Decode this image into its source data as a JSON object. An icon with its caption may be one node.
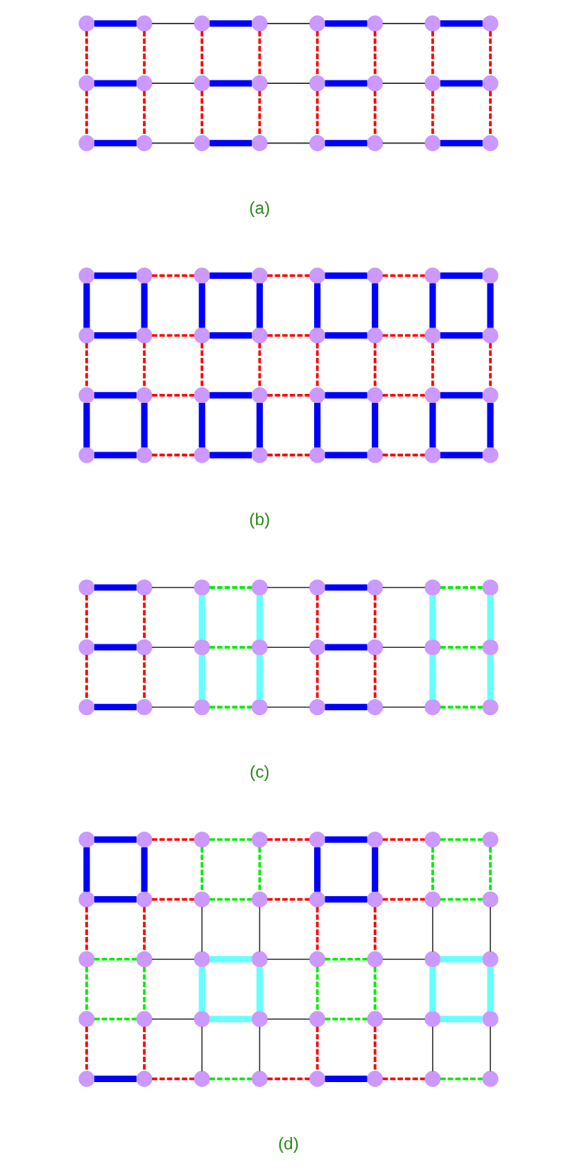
{
  "diagram": {
    "nodes": [
      {
        "text": [],
        "shape": "circle"
      },
      {
        "text": [],
        "shape": "circle"
      },
      {
        "text": [],
        "shape": "circle"
      },
      {
        "text": [],
        "shape": "circle"
      },
      {
        "text": [],
        "shape": "circle"
      },
      {
        "text": [],
        "shape": "circle"
      },
      {
        "text": [],
        "shape": "circle"
      },
      {
        "text": [],
        "shape": "circle"
      },
      {
        "text": [],
        "shape": "circle"
      },
      {
        "text": [],
        "shape": "circle"
      },
      {
        "text": [],
        "shape": "circle"
      },
      {
        "text": [],
        "shape": "circle"
      },
      {
        "text": [],
        "shape": "circle"
      },
      {
        "text": [],
        "shape": "circle"
      },
      {
        "text": [],
        "shape": "circle"
      },
      {
        "text": [],
        "shape": "circle"
      },
      {
        "text": [],
        "shape": "circle"
      },
      {
        "text": [],
        "shape": "circle"
      },
      {
        "text": [],
        "shape": "circle"
      },
      {
        "text": [],
        "shape": "circle"
      },
      {
        "text": [],
        "shape": "circle"
      },
      {
        "text": [],
        "shape": "circle"
      },
      {
        "text": [],
        "shape": "circle"
      },
      {
        "text": [],
        "shape": "circle"
      },
      {
        "text": [],
        "shape": "circle"
      },
      {
        "text": [],
        "shape": "circle"
      },
      {
        "text": [],
        "shape": "circle"
      },
      {
        "text": [],
        "shape": "circle"
      },
      {
        "text": [],
        "shape": "circle"
      },
      {
        "text": [],
        "shape": "circle"
      },
      {
        "text": [],
        "shape": "circle"
      },
      {
        "text": [],
        "shape": "circle"
      },
      {
        "text": [],
        "shape": "circle"
      },
      {
        "text": [],
        "shape": "circle"
      },
      {
        "text": [],
        "shape": "circle"
      },
      {
        "text": [],
        "shape": "circle"
      },
      {
        "text": [],
        "shape": "circle"
      },
      {
        "text": [],
        "shape": "circle"
      },
      {
        "text": [],
        "shape": "circle"
      },
      {
        "text": [],
        "shape": "circle"
      },
      {
        "text": [],
        "shape": "circle"
      },
      {
        "text": [],
        "shape": "circle"
      },
      {
        "text": [],
        "shape": "circle"
      },
      {
        "text": [],
        "shape": "circle"
      },
      {
        "text": [],
        "shape": "circle"
      },
      {
        "text": [],
        "shape": "circle"
      },
      {
        "text": [],
        "shape": "circle"
      },
      {
        "text": [],
        "shape": "circle"
      },
      {
        "text": [],
        "shape": "circle"
      },
      {
        "text": [],
        "shape": "circle"
      },
      {
        "text": [],
        "shape": "circle"
      },
      {
        "text": [],
        "shape": "circle"
      },
      {
        "text": [],
        "shape": "circle"
      },
      {
        "text": [],
        "shape": "circle"
      },
      {
        "text": [],
        "shape": "circle"
      },
      {
        "text": [],
        "shape": "circle"
      },
      {
        "text": [],
        "shape": "circle"
      },
      {
        "text": [],
        "shape": "circle"
      },
      {
        "text": [],
        "shape": "circle"
      },
      {
        "text": [],
        "shape": "circle"
      },
      {
        "text": [],
        "shape": "circle"
      },
      {
        "text": [],
        "shape": "circle"
      },
      {
        "text": [],
        "shape": "circle"
      },
      {
        "text": [],
        "shape": "circle"
      },
      {
        "text": [],
        "shape": "circle"
      },
      {
        "text": [],
        "shape": "circle"
      },
      {
        "text": [],
        "shape": "circle"
      },
      {
        "text": [],
        "shape": "circle"
      },
      {
        "text": [],
        "shape": "circle"
      },
      {
        "text": [],
        "shape": "circle"
      },
      {
        "text": [],
        "shape": "circle"
      },
      {
        "text": [],
        "shape": "circle"
      },
      {
        "text": [],
        "shape": "circle"
      },
      {
        "text": [],
        "shape": "circle"
      },
      {
        "text": [],
        "shape": "circle"
      },
      {
        "text": [],
        "shape": "circle"
      },
      {
        "text": [],
        "shape": "circle"
      },
      {
        "text": [],
        "shape": "circle"
      },
      {
        "text": [],
        "shape": "circle"
      },
      {
        "text": [],
        "shape": "circle"
      },
      {
        "text": [],
        "shape": "circle"
      },
      {
        "text": [],
        "shape": "circle"
      },
      {
        "text": [],
        "shape": "circle"
      },
      {
        "text": [],
        "shape": "circle"
      },
      {
        "text": [],
        "shape": "circle"
      },
      {
        "text": [],
        "shape": "circle"
      },
      {
        "text": [],
        "shape": "circle"
      },
      {
        "text": [],
        "shape": "circle"
      },
      {
        "text": [],
        "shape": "circle"
      },
      {
        "text": [],
        "shape": "circle"
      },
      {
        "text": [],
        "shape": "circle"
      },
      {
        "text": [],
        "shape": "circle"
      },
      {
        "text": [],
        "shape": "circle"
      },
      {
        "text": [],
        "shape": "circle"
      },
      {
        "text": [],
        "shape": "circle"
      },
      {
        "text": [],
        "shape": "circle"
      },
      {
        "text": [],
        "shape": "circle"
      },
      {
        "text": [],
        "shape": "circle"
      },
      {
        "text": [],
        "shape": "circle"
      },
      {
        "text": [],
        "shape": "circle"
      },
      {
        "text": [],
        "shape": "circle"
      },
      {
        "text": [],
        "shape": "circle"
      },
      {
        "text": [],
        "shape": "circle"
      },
      {
        "text": [],
        "shape": "circle"
      },
      {
        "text": [],
        "shape": "circle"
      },
      {
        "text": [],
        "shape": "circle"
      },
      {
        "text": [],
        "shape": "circle"
      },
      {
        "text": [],
        "shape": "circle"
      },
      {
        "text": [],
        "shape": "circle"
      },
      {
        "text": [],
        "shape": "circle"
      },
      {
        "text": [],
        "shape": "circle"
      },
      {
        "text": [],
        "shape": "circle"
      },
      {
        "text": [],
        "shape": "circle"
      },
      {
        "text": [],
        "shape": "circle"
      },
      {
        "text": [],
        "shape": "circle"
      },
      {
        "text": [],
        "shape": "circle"
      },
      {
        "text": [],
        "shape": "circle"
      },
      {
        "text": [],
        "shape": "circle"
      },
      {
        "text": [],
        "shape": "circle"
      },
      {
        "text": [],
        "shape": "circle"
      }
    ],
    "edges": [
      {
        "from": 0,
        "to": 1,
        "arrow": "none",
        "style": "thick",
        "color": "#0000ff"
      },
      {
        "from": 1,
        "to": 2,
        "arrow": "none",
        "color": "#222222"
      },
      {
        "from": 2,
        "to": 3,
        "arrow": "none",
        "style": "thick",
        "color": "#0000ff"
      },
      {
        "from": 3,
        "to": 4,
        "arrow": "none",
        "color": "#222222"
      },
      {
        "from": 4,
        "to": 5,
        "arrow": "none",
        "style": "thick",
        "color": "#0000ff"
      },
      {
        "from": 5,
        "to": 6,
        "arrow": "none",
        "color": "#222222"
      },
      {
        "from": 6,
        "to": 7,
        "arrow": "none",
        "style": "thick",
        "color": "#0000ff"
      },
      {
        "from": 8,
        "to": 9,
        "arrow": "none",
        "style": "thick",
        "color": "#0000ff"
      },
      {
        "from": 9,
        "to": 10,
        "arrow": "none",
        "color": "#222222"
      },
      {
        "from": 10,
        "to": 11,
        "arrow": "none",
        "style": "thick",
        "color": "#0000ff"
      },
      {
        "from": 11,
        "to": 12,
        "arrow": "none",
        "color": "#222222"
      },
      {
        "from": 12,
        "to": 13,
        "arrow": "none",
        "style": "thick",
        "color": "#0000ff"
      },
      {
        "from": 13,
        "to": 14,
        "arrow": "none",
        "color": "#222222"
      },
      {
        "from": 14,
        "to": 15,
        "arrow": "none",
        "style": "thick",
        "color": "#0000ff"
      },
      {
        "from": 16,
        "to": 17,
        "arrow": "none",
        "style": "thick",
        "color": "#0000ff"
      },
      {
        "from": 17,
        "to": 18,
        "arrow": "none",
        "color": "#222222"
      },
      {
        "from": 18,
        "to": 19,
        "arrow": "none",
        "style": "thick",
        "color": "#0000ff"
      },
      {
        "from": 19,
        "to": 20,
        "arrow": "none",
        "color": "#222222"
      },
      {
        "from": 20,
        "to": 21,
        "arrow": "none",
        "style": "thick",
        "color": "#0000ff"
      },
      {
        "from": 21,
        "to": 22,
        "arrow": "none",
        "color": "#222222"
      },
      {
        "from": 22,
        "to": 23,
        "arrow": "none",
        "style": "thick",
        "color": "#0000ff"
      },
      {
        "from": 0,
        "to": 8,
        "arrow": "none",
        "style": "dashed",
        "color": "#ff0000"
      },
      {
        "from": 1,
        "to": 9,
        "arrow": "none",
        "style": "dashed",
        "color": "#ff0000"
      },
      {
        "from": 2,
        "to": 10,
        "arrow": "none",
        "style": "dashed",
        "color": "#ff0000"
      },
      {
        "from": 3,
        "to": 11,
        "arrow": "none",
        "style": "dashed",
        "color": "#ff0000"
      },
      {
        "from": 4,
        "to": 12,
        "arrow": "none",
        "style": "dashed",
        "color": "#ff0000"
      },
      {
        "from": 5,
        "to": 13,
        "arrow": "none",
        "style": "dashed",
        "color": "#ff0000"
      },
      {
        "from": 6,
        "to": 14,
        "arrow": "none",
        "style": "dashed",
        "color": "#ff0000"
      },
      {
        "from": 7,
        "to": 15,
        "arrow": "none",
        "style": "dashed",
        "color": "#ff0000"
      },
      {
        "from": 8,
        "to": 16,
        "arrow": "none",
        "style": "dashed",
        "color": "#ff0000"
      },
      {
        "from": 9,
        "to": 17,
        "arrow": "none",
        "style": "dashed",
        "color": "#ff0000"
      },
      {
        "from": 10,
        "to": 18,
        "arrow": "none",
        "style": "dashed",
        "color": "#ff0000"
      },
      {
        "from": 11,
        "to": 19,
        "arrow": "none",
        "style": "dashed",
        "color": "#ff0000"
      },
      {
        "from": 12,
        "to": 20,
        "arrow": "none",
        "style": "dashed",
        "color": "#ff0000"
      },
      {
        "from": 13,
        "to": 21,
        "arrow": "none",
        "style": "dashed",
        "color": "#ff0000"
      },
      {
        "from": 14,
        "to": 22,
        "arrow": "none",
        "style": "dashed",
        "color": "#ff0000"
      },
      {
        "from": 15,
        "to": 23,
        "arrow": "none",
        "style": "dashed",
        "color": "#ff0000"
      },
      {
        "from": 24,
        "to": 25,
        "arrow": "none",
        "style": "thick",
        "color": "#0000ff"
      },
      {
        "from": 25,
        "to": 26,
        "arrow": "none",
        "style": "dashed",
        "color": "#ff0000"
      },
      {
        "from": 26,
        "to": 27,
        "arrow": "none",
        "style": "thick",
        "color": "#0000ff"
      },
      {
        "from": 27,
        "to": 28,
        "arrow": "none",
        "style": "dashed",
        "color": "#ff0000"
      },
      {
        "from": 28,
        "to": 29,
        "arrow": "none",
        "style": "thick",
        "color": "#0000ff"
      },
      {
        "from": 29,
        "to": 30,
        "arrow": "none",
        "style": "dashed",
        "color": "#ff0000"
      },
      {
        "from": 30,
        "to": 31,
        "arrow": "none",
        "style": "thick",
        "color": "#0000ff"
      },
      {
        "from": 32,
        "to": 33,
        "arrow": "none",
        "style": "thick",
        "color": "#0000ff"
      },
      {
        "from": 33,
        "to": 34,
        "arrow": "none",
        "style": "dashed",
        "color": "#ff0000"
      },
      {
        "from": 34,
        "to": 35,
        "arrow": "none",
        "style": "thick",
        "color": "#0000ff"
      },
      {
        "from": 35,
        "to": 36,
        "arrow": "none",
        "style": "dashed",
        "color": "#ff0000"
      },
      {
        "from": 36,
        "to": 37,
        "arrow": "none",
        "style": "thick",
        "color": "#0000ff"
      },
      {
        "from": 37,
        "to": 38,
        "arrow": "none",
        "style": "dashed",
        "color": "#ff0000"
      },
      {
        "from": 38,
        "to": 39,
        "arrow": "none",
        "style": "thick",
        "color": "#0000ff"
      },
      {
        "from": 40,
        "to": 41,
        "arrow": "none",
        "style": "thick",
        "color": "#0000ff"
      },
      {
        "from": 41,
        "to": 42,
        "arrow": "none",
        "style": "dashed",
        "color": "#ff0000"
      },
      {
        "from": 42,
        "to": 43,
        "arrow": "none",
        "style": "thick",
        "color": "#0000ff"
      },
      {
        "from": 43,
        "to": 44,
        "arrow": "none",
        "style": "dashed",
        "color": "#ff0000"
      },
      {
        "from": 44,
        "to": 45,
        "arrow": "none",
        "style": "thick",
        "color": "#0000ff"
      },
      {
        "from": 45,
        "to": 46,
        "arrow": "none",
        "style": "dashed",
        "color": "#ff0000"
      },
      {
        "from": 46,
        "to": 47,
        "arrow": "none",
        "style": "thick",
        "color": "#0000ff"
      },
      {
        "from": 48,
        "to": 49,
        "arrow": "none",
        "style": "thick",
        "color": "#0000ff"
      },
      {
        "from": 49,
        "to": 50,
        "arrow": "none",
        "style": "dashed",
        "color": "#ff0000"
      },
      {
        "from": 50,
        "to": 51,
        "arrow": "none",
        "style": "thick",
        "color": "#0000ff"
      },
      {
        "from": 51,
        "to": 52,
        "arrow": "none",
        "style": "dashed",
        "color": "#ff0000"
      },
      {
        "from": 52,
        "to": 53,
        "arrow": "none",
        "style": "thick",
        "color": "#0000ff"
      },
      {
        "from": 53,
        "to": 54,
        "arrow": "none",
        "style": "dashed",
        "color": "#ff0000"
      },
      {
        "from": 54,
        "to": 55,
        "arrow": "none",
        "style": "thick",
        "color": "#0000ff"
      },
      {
        "from": 24,
        "to": 32,
        "arrow": "none",
        "style": "thick",
        "color": "#0000ff"
      },
      {
        "from": 25,
        "to": 33,
        "arrow": "none",
        "style": "thick",
        "color": "#0000ff"
      },
      {
        "from": 26,
        "to": 34,
        "arrow": "none",
        "style": "thick",
        "color": "#0000ff"
      },
      {
        "from": 27,
        "to": 35,
        "arrow": "none",
        "style": "thick",
        "color": "#0000ff"
      },
      {
        "from": 28,
        "to": 36,
        "arrow": "none",
        "style": "thick",
        "color": "#0000ff"
      },
      {
        "from": 29,
        "to": 37,
        "arrow": "none",
        "style": "thick",
        "color": "#0000ff"
      },
      {
        "from": 30,
        "to": 38,
        "arrow": "none",
        "style": "thick",
        "color": "#0000ff"
      },
      {
        "from": 31,
        "to": 39,
        "arrow": "none",
        "style": "thick",
        "color": "#0000ff"
      },
      {
        "from": 32,
        "to": 40,
        "arrow": "none",
        "style": "dashed",
        "color": "#ff0000"
      },
      {
        "from": 33,
        "to": 41,
        "arrow": "none",
        "style": "dashed",
        "color": "#ff0000"
      },
      {
        "from": 34,
        "to": 42,
        "arrow": "none",
        "style": "dashed",
        "color": "#ff0000"
      },
      {
        "from": 35,
        "to": 43,
        "arrow": "none",
        "style": "dashed",
        "color": "#ff0000"
      },
      {
        "from": 36,
        "to": 44,
        "arrow": "none",
        "style": "dashed",
        "color": "#ff0000"
      },
      {
        "from": 37,
        "to": 45,
        "arrow": "none",
        "style": "dashed",
        "color": "#ff0000"
      },
      {
        "from": 38,
        "to": 46,
        "arrow": "none",
        "style": "dashed",
        "color": "#ff0000"
      },
      {
        "from": 39,
        "to": 47,
        "arrow": "none",
        "style": "dashed",
        "color": "#ff0000"
      },
      {
        "from": 40,
        "to": 48,
        "arrow": "none",
        "style": "thick",
        "color": "#0000ff"
      },
      {
        "from": 41,
        "to": 49,
        "arrow": "none",
        "style": "thick",
        "color": "#0000ff"
      },
      {
        "from": 42,
        "to": 50,
        "arrow": "none",
        "style": "thick",
        "color": "#0000ff"
      },
      {
        "from": 43,
        "to": 51,
        "arrow": "none",
        "style": "thick",
        "color": "#0000ff"
      },
      {
        "from": 44,
        "to": 52,
        "arrow": "none",
        "style": "thick",
        "color": "#0000ff"
      },
      {
        "from": 45,
        "to": 53,
        "arrow": "none",
        "style": "thick",
        "color": "#0000ff"
      },
      {
        "from": 46,
        "to": 54,
        "arrow": "none",
        "style": "thick",
        "color": "#0000ff"
      },
      {
        "from": 47,
        "to": 55,
        "arrow": "none",
        "style": "thick",
        "color": "#0000ff"
      },
      {
        "from": 56,
        "to": 57,
        "arrow": "none",
        "style": "thick",
        "color": "#0000ff"
      },
      {
        "from": 57,
        "to": 58,
        "arrow": "none",
        "color": "#222222"
      },
      {
        "from": 58,
        "to": 59,
        "arrow": "none",
        "style": "dashed",
        "color": "#00ee00"
      },
      {
        "from": 59,
        "to": 60,
        "arrow": "none",
        "color": "#222222"
      },
      {
        "from": 60,
        "to": 61,
        "arrow": "none",
        "style": "thick",
        "color": "#0000ff"
      },
      {
        "from": 61,
        "to": 62,
        "arrow": "none",
        "color": "#222222"
      },
      {
        "from": 62,
        "to": 63,
        "arrow": "none",
        "style": "dashed",
        "color": "#00ee00"
      },
      {
        "from": 64,
        "to": 65,
        "arrow": "none",
        "style": "thick",
        "color": "#0000ff"
      },
      {
        "from": 65,
        "to": 66,
        "arrow": "none",
        "color": "#222222"
      },
      {
        "from": 66,
        "to": 67,
        "arrow": "none",
        "style": "dashed",
        "color": "#00ee00"
      },
      {
        "from": 67,
        "to": 68,
        "arrow": "none",
        "color": "#222222"
      },
      {
        "from": 68,
        "to": 69,
        "arrow": "none",
        "style": "thick",
        "color": "#0000ff"
      },
      {
        "from": 69,
        "to": 70,
        "arrow": "none",
        "color": "#222222"
      },
      {
        "from": 70,
        "to": 71,
        "arrow": "none",
        "style": "dashed",
        "color": "#00ee00"
      },
      {
        "from": 72,
        "to": 73,
        "arrow": "none",
        "style": "thick",
        "color": "#0000ff"
      },
      {
        "from": 73,
        "to": 74,
        "arrow": "none",
        "color": "#222222"
      },
      {
        "from": 74,
        "to": 75,
        "arrow": "none",
        "style": "dashed",
        "color": "#00ee00"
      },
      {
        "from": 75,
        "to": 76,
        "arrow": "none",
        "color": "#222222"
      },
      {
        "from": 76,
        "to": 77,
        "arrow": "none",
        "style": "thick",
        "color": "#0000ff"
      },
      {
        "from": 77,
        "to": 78,
        "arrow": "none",
        "color": "#222222"
      },
      {
        "from": 78,
        "to": 79,
        "arrow": "none",
        "style": "dashed",
        "color": "#00ee00"
      },
      {
        "from": 56,
        "to": 64,
        "arrow": "none",
        "style": "dashed",
        "color": "#ff0000"
      },
      {
        "from": 57,
        "to": 65,
        "arrow": "none",
        "style": "dashed",
        "color": "#ff0000"
      },
      {
        "from": 58,
        "to": 66,
        "arrow": "none",
        "style": "thick",
        "color": "#66ffff"
      },
      {
        "from": 59,
        "to": 67,
        "arrow": "none",
        "style": "thick",
        "color": "#66ffff"
      },
      {
        "from": 60,
        "to": 68,
        "arrow": "none",
        "style": "dashed",
        "color": "#ff0000"
      },
      {
        "from": 61,
        "to": 69,
        "arrow": "none",
        "style": "dashed",
        "color": "#ff0000"
      },
      {
        "from": 62,
        "to": 70,
        "arrow": "none",
        "style": "thick",
        "color": "#66ffff"
      },
      {
        "from": 63,
        "to": 71,
        "arrow": "none",
        "style": "thick",
        "color": "#66ffff"
      },
      {
        "from": 64,
        "to": 72,
        "arrow": "none",
        "style": "dashed",
        "color": "#ff0000"
      },
      {
        "from": 65,
        "to": 73,
        "arrow": "none",
        "style": "dashed",
        "color": "#ff0000"
      },
      {
        "from": 66,
        "to": 74,
        "arrow": "none",
        "style": "thick",
        "color": "#66ffff"
      },
      {
        "from": 67,
        "to": 75,
        "arrow": "none",
        "style": "thick",
        "color": "#66ffff"
      },
      {
        "from": 68,
        "to": 76,
        "arrow": "none",
        "style": "dashed",
        "color": "#ff0000"
      },
      {
        "from": 69,
        "to": 77,
        "arrow": "none",
        "style": "dashed",
        "color": "#ff0000"
      },
      {
        "from": 70,
        "to": 78,
        "arrow": "none",
        "style": "thick",
        "color": "#66ffff"
      },
      {
        "from": 71,
        "to": 79,
        "arrow": "none",
        "style": "thick",
        "color": "#66ffff"
      },
      {
        "from": 80,
        "to": 81,
        "arrow": "none",
        "style": "thick",
        "color": "#0000ff"
      },
      {
        "from": 81,
        "to": 82,
        "arrow": "none",
        "style": "dashed",
        "color": "#ff0000"
      },
      {
        "from": 82,
        "to": 83,
        "arrow": "none",
        "style": "dashed",
        "color": "#00ee00"
      },
      {
        "from": 83,
        "to": 84,
        "arrow": "none",
        "style": "dashed",
        "color": "#ff0000"
      },
      {
        "from": 84,
        "to": 85,
        "arrow": "none",
        "style": "thick",
        "color": "#0000ff"
      },
      {
        "from": 85,
        "to": 86,
        "arrow": "none",
        "style": "dashed",
        "color": "#ff0000"
      },
      {
        "from": 86,
        "to": 87,
        "arrow": "none",
        "style": "dashed",
        "color": "#00ee00"
      },
      {
        "from": 88,
        "to": 89,
        "arrow": "none",
        "style": "thick",
        "color": "#0000ff"
      },
      {
        "from": 89,
        "to": 90,
        "arrow": "none",
        "style": "dashed",
        "color": "#ff0000"
      },
      {
        "from": 90,
        "to": 91,
        "arrow": "none",
        "style": "dashed",
        "color": "#00ee00"
      },
      {
        "from": 91,
        "to": 92,
        "arrow": "none",
        "style": "dashed",
        "color": "#ff0000"
      },
      {
        "from": 92,
        "to": 93,
        "arrow": "none",
        "style": "thick",
        "color": "#0000ff"
      },
      {
        "from": 93,
        "to": 94,
        "arrow": "none",
        "style": "dashed",
        "color": "#ff0000"
      },
      {
        "from": 94,
        "to": 95,
        "arrow": "none",
        "style": "dashed",
        "color": "#00ee00"
      },
      {
        "from": 96,
        "to": 97,
        "arrow": "none",
        "style": "dashed",
        "color": "#00ee00"
      },
      {
        "from": 97,
        "to": 98,
        "arrow": "none",
        "color": "#222222"
      },
      {
        "from": 98,
        "to": 99,
        "arrow": "none",
        "style": "thick",
        "color": "#66ffff"
      },
      {
        "from": 99,
        "to": 100,
        "arrow": "none",
        "color": "#222222"
      },
      {
        "from": 100,
        "to": 101,
        "arrow": "none",
        "style": "dashed",
        "color": "#00ee00"
      },
      {
        "from": 101,
        "to": 102,
        "arrow": "none",
        "color": "#222222"
      },
      {
        "from": 102,
        "to": 103,
        "arrow": "none",
        "style": "thick",
        "color": "#66ffff"
      },
      {
        "from": 104,
        "to": 105,
        "arrow": "none",
        "style": "dashed",
        "color": "#00ee00"
      },
      {
        "from": 105,
        "to": 106,
        "arrow": "none",
        "color": "#222222"
      },
      {
        "from": 106,
        "to": 107,
        "arrow": "none",
        "style": "thick",
        "color": "#66ffff"
      },
      {
        "from": 107,
        "to": 108,
        "arrow": "none",
        "color": "#222222"
      },
      {
        "from": 108,
        "to": 109,
        "arrow": "none",
        "style": "dashed",
        "color": "#00ee00"
      },
      {
        "from": 109,
        "to": 110,
        "arrow": "none",
        "color": "#222222"
      },
      {
        "from": 110,
        "to": 111,
        "arrow": "none",
        "style": "thick",
        "color": "#66ffff"
      },
      {
        "from": 112,
        "to": 113,
        "arrow": "none",
        "style": "thick",
        "color": "#0000ff"
      },
      {
        "from": 113,
        "to": 114,
        "arrow": "none",
        "style": "dashed",
        "color": "#ff0000"
      },
      {
        "from": 114,
        "to": 115,
        "arrow": "none",
        "style": "dashed",
        "color": "#00ee00"
      },
      {
        "from": 115,
        "to": 116,
        "arrow": "none",
        "style": "dashed",
        "color": "#ff0000"
      },
      {
        "from": 116,
        "to": 117,
        "arrow": "none",
        "style": "thick",
        "color": "#0000ff"
      },
      {
        "from": 117,
        "to": 118,
        "arrow": "none",
        "style": "dashed",
        "color": "#ff0000"
      },
      {
        "from": 118,
        "to": 119,
        "arrow": "none",
        "style": "dashed",
        "color": "#00ee00"
      },
      {
        "from": 80,
        "to": 88,
        "arrow": "none",
        "style": "thick",
        "color": "#0000ff"
      },
      {
        "from": 81,
        "to": 89,
        "arrow": "none",
        "style": "thick",
        "color": "#0000ff"
      },
      {
        "from": 82,
        "to": 90,
        "arrow": "none",
        "style": "dashed",
        "color": "#00ee00"
      },
      {
        "from": 83,
        "to": 91,
        "arrow": "none",
        "style": "dashed",
        "color": "#00ee00"
      },
      {
        "from": 84,
        "to": 92,
        "arrow": "none",
        "style": "thick",
        "color": "#0000ff"
      },
      {
        "from": 85,
        "to": 93,
        "arrow": "none",
        "style": "thick",
        "color": "#0000ff"
      },
      {
        "from": 86,
        "to": 94,
        "arrow": "none",
        "style": "dashed",
        "color": "#00ee00"
      },
      {
        "from": 87,
        "to": 95,
        "arrow": "none",
        "style": "dashed",
        "color": "#00ee00"
      },
      {
        "from": 88,
        "to": 96,
        "arrow": "none",
        "style": "dashed",
        "color": "#ff0000"
      },
      {
        "from": 89,
        "to": 97,
        "arrow": "none",
        "style": "dashed",
        "color": "#ff0000"
      },
      {
        "from": 90,
        "to": 98,
        "arrow": "none",
        "color": "#222222"
      },
      {
        "from": 91,
        "to": 99,
        "arrow": "none",
        "color": "#222222"
      },
      {
        "from": 92,
        "to": 100,
        "arrow": "none",
        "style": "dashed",
        "color": "#ff0000"
      },
      {
        "from": 93,
        "to": 101,
        "arrow": "none",
        "style": "dashed",
        "color": "#ff0000"
      },
      {
        "from": 94,
        "to": 102,
        "arrow": "none",
        "color": "#222222"
      },
      {
        "from": 95,
        "to": 103,
        "arrow": "none",
        "color": "#222222"
      },
      {
        "from": 96,
        "to": 104,
        "arrow": "none",
        "style": "dashed",
        "color": "#00ee00"
      },
      {
        "from": 97,
        "to": 105,
        "arrow": "none",
        "style": "dashed",
        "color": "#00ee00"
      },
      {
        "from": 98,
        "to": 106,
        "arrow": "none",
        "style": "thick",
        "color": "#66ffff"
      },
      {
        "from": 99,
        "to": 107,
        "arrow": "none",
        "style": "thick",
        "color": "#66ffff"
      },
      {
        "from": 100,
        "to": 108,
        "arrow": "none",
        "style": "dashed",
        "color": "#00ee00"
      },
      {
        "from": 101,
        "to": 109,
        "arrow": "none",
        "style": "dashed",
        "color": "#00ee00"
      },
      {
        "from": 102,
        "to": 110,
        "arrow": "none",
        "style": "thick",
        "color": "#66ffff"
      },
      {
        "from": 103,
        "to": 111,
        "arrow": "none",
        "style": "thick",
        "color": "#66ffff"
      },
      {
        "from": 104,
        "to": 112,
        "arrow": "none",
        "style": "dashed",
        "color": "#ff0000"
      },
      {
        "from": 105,
        "to": 113,
        "arrow": "none",
        "style": "dashed",
        "color": "#ff0000"
      },
      {
        "from": 106,
        "to": 114,
        "arrow": "none",
        "color": "#222222"
      },
      {
        "from": 107,
        "to": 115,
        "arrow": "none",
        "color": "#222222"
      },
      {
        "from": 108,
        "to": 116,
        "arrow": "none",
        "style": "dashed",
        "color": "#ff0000"
      },
      {
        "from": 109,
        "to": 117,
        "arrow": "none",
        "style": "dashed",
        "color": "#ff0000"
      },
      {
        "from": 110,
        "to": 118,
        "arrow": "none",
        "color": "#222222"
      },
      {
        "from": 111,
        "to": 119,
        "arrow": "none",
        "color": "#222222"
      }
    ],
    "labels": [
      "(a)",
      "(b)",
      "(c)",
      "(d)"
    ]
  }
}
